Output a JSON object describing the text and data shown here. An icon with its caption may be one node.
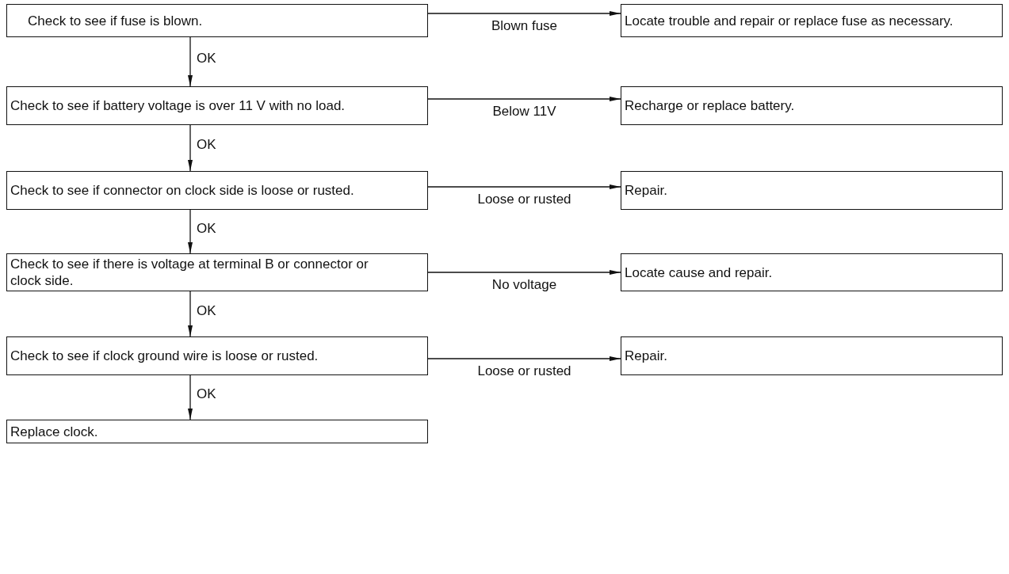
{
  "diagram": {
    "nodes": [
      {
        "text": [
          "Check to see if fuse is blown."
        ]
      },
      {
        "text": [
          "Locate trouble and repair or replace fuse as necessary."
        ]
      },
      {
        "text": [
          "Check to see if battery voltage is over 11 V with no load."
        ]
      },
      {
        "text": [
          "Recharge or replace battery."
        ]
      },
      {
        "text": [
          "Check to see if connector on clock side is loose or rusted."
        ]
      },
      {
        "text": [
          "Repair."
        ]
      },
      {
        "text": [
          "Check to see if there is voltage at terminal B or connector or clock side."
        ]
      },
      {
        "text": [
          "Locate cause and repair."
        ]
      },
      {
        "text": [
          "Check to see if clock ground wire is loose or rusted."
        ]
      },
      {
        "text": [
          "Repair."
        ]
      },
      {
        "text": [
          "Replace clock."
        ]
      }
    ],
    "edges": [
      {
        "from": 0,
        "to": 1,
        "arrow": "to",
        "label": "Blown fuse"
      },
      {
        "from": 0,
        "to": 2,
        "arrow": "to",
        "label": "OK"
      },
      {
        "from": 2,
        "to": 3,
        "arrow": "to",
        "label": "Below 11V"
      },
      {
        "from": 2,
        "to": 4,
        "arrow": "to",
        "label": "OK"
      },
      {
        "from": 4,
        "to": 5,
        "arrow": "to",
        "label": "Loose or rusted"
      },
      {
        "from": 4,
        "to": 6,
        "arrow": "to",
        "label": "OK"
      },
      {
        "from": 6,
        "to": 7,
        "arrow": "to",
        "label": "No voltage"
      },
      {
        "from": 6,
        "to": 8,
        "arrow": "to",
        "label": "OK"
      },
      {
        "from": 8,
        "to": 9,
        "arrow": "to",
        "label": "Loose or rusted"
      },
      {
        "from": 8,
        "to": 10,
        "arrow": "to",
        "label": "OK"
      }
    ]
  }
}
